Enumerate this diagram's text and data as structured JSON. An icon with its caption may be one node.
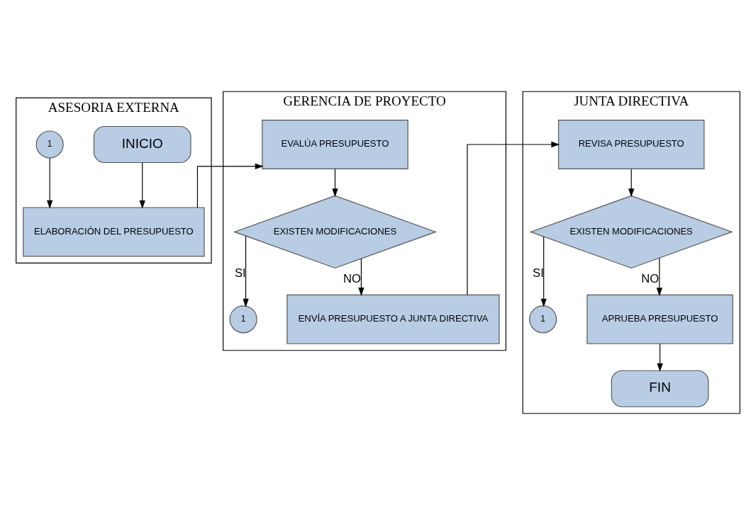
{
  "diagram": {
    "nodes": [
      {
        "text": [
          "ASESORIA EXTERNA"
        ]
      },
      {
        "text": [
          "GERENCIA DE PROYECTO"
        ]
      },
      {
        "text": [
          "JUNTA DIRECTIVA"
        ]
      },
      {
        "text": [
          "INICIO"
        ],
        "in": 0
      },
      {
        "text": [
          "1"
        ],
        "in": 0
      },
      {
        "text": [
          "ELABORACIÓN DEL PRESUPUESTO"
        ],
        "in": 0
      },
      {
        "text": [
          "EVALÚA PRESUPUESTO"
        ],
        "in": 1
      },
      {
        "text": [
          "EXISTEN MODIFICACIONES"
        ],
        "in": 1
      },
      {
        "text": [
          "1"
        ],
        "in": 1
      },
      {
        "text": [
          "ENVÍA PRESUPUESTO A JUNTA DIRECTIVA"
        ],
        "in": 1
      },
      {
        "text": [
          "REVISA PRESUPUESTO"
        ],
        "in": 2
      },
      {
        "text": [
          "EXISTEN MODIFICACIONES"
        ],
        "in": 2
      },
      {
        "text": [
          "1"
        ],
        "in": 2
      },
      {
        "text": [
          "APRUEBA PRESUPUESTO"
        ],
        "in": 2
      },
      {
        "text": [
          "FIN"
        ],
        "in": 2
      }
    ],
    "edges": [
      {
        "from": 3,
        "to": 5,
        "arrow": "to"
      },
      {
        "from": 4,
        "to": 5,
        "arrow": "to"
      },
      {
        "from": 5,
        "to": 6,
        "arrow": "to"
      },
      {
        "from": 6,
        "to": 7,
        "arrow": "to"
      },
      {
        "from": 7,
        "to": 8,
        "label": "SI",
        "arrow": "to"
      },
      {
        "from": 7,
        "to": 9,
        "label": "NO",
        "arrow": "to"
      },
      {
        "from": 9,
        "to": 10,
        "arrow": "to"
      },
      {
        "from": 10,
        "to": 11,
        "arrow": "to"
      },
      {
        "from": 11,
        "to": 12,
        "label": "SI",
        "arrow": "to"
      },
      {
        "from": 11,
        "to": 13,
        "label": "NO",
        "arrow": "to"
      },
      {
        "from": 13,
        "to": 14,
        "arrow": "to"
      }
    ]
  }
}
